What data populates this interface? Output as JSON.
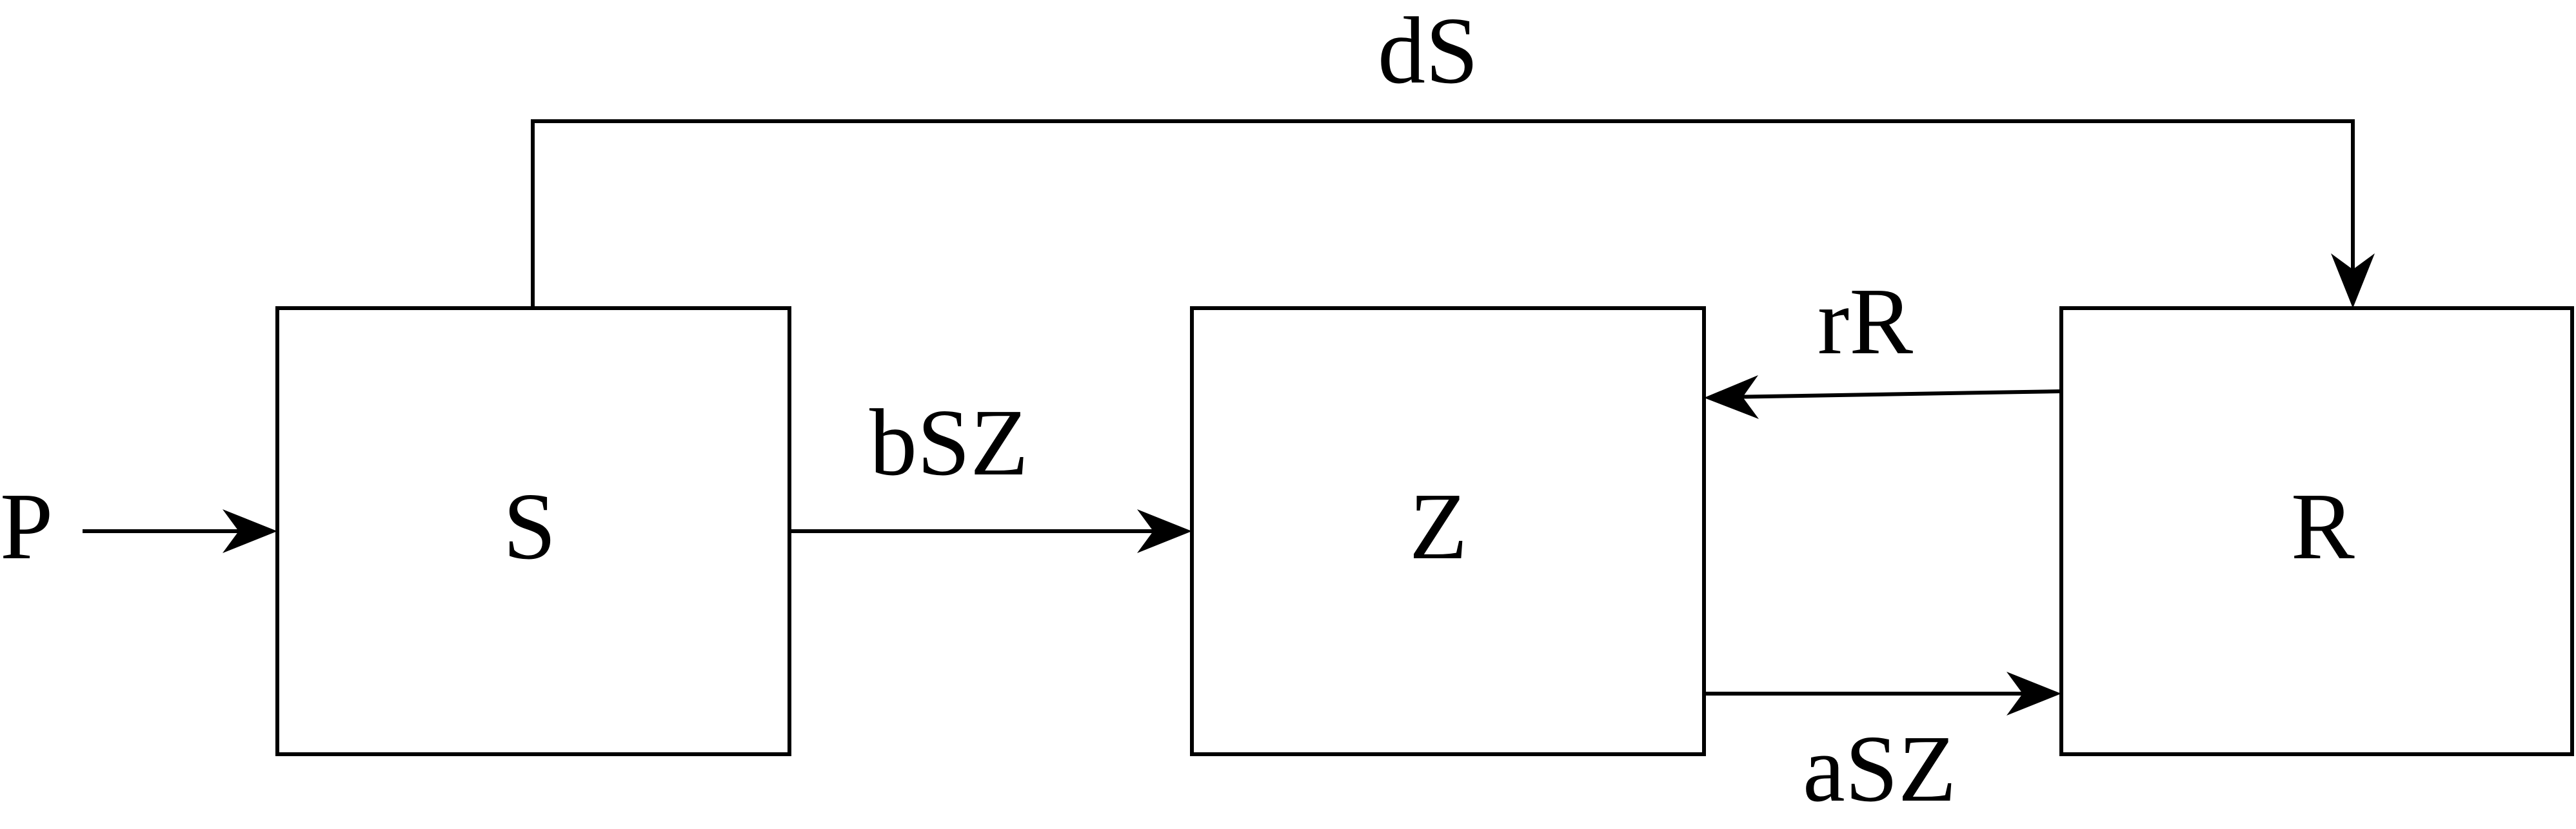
{
  "nodes": {
    "S": "S",
    "Z": "Z",
    "R": "R"
  },
  "edges": {
    "input": "P",
    "s_to_z": "bSZ",
    "z_to_r": "aSZ",
    "r_to_z": "rR",
    "s_to_r": "dS"
  },
  "colors": {
    "stroke": "#000000",
    "background": "#ffffff"
  }
}
